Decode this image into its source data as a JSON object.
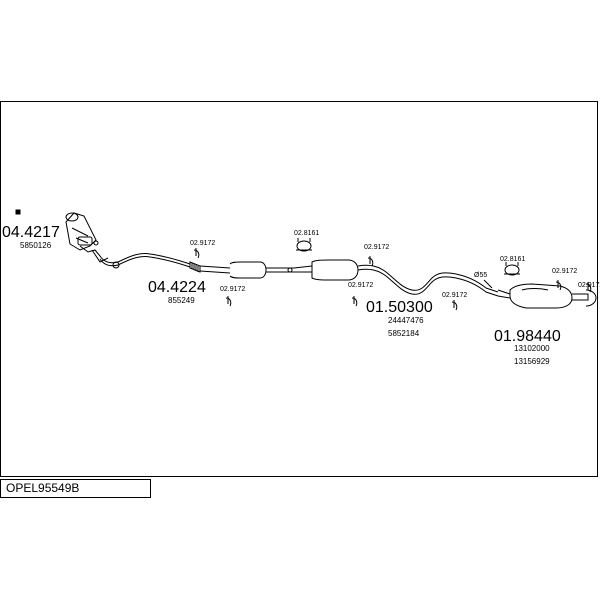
{
  "title": "OPEL95549B",
  "parts": {
    "p1": {
      "code": "04.4217",
      "ref": "5850126"
    },
    "p2": {
      "code": "04.4224",
      "ref": "855249"
    },
    "p3": {
      "code": "01.50300",
      "ref1": "24447476",
      "ref2": "5852184"
    },
    "p4": {
      "code": "01.98440",
      "ref1": "13102000",
      "ref2": "13156929"
    }
  },
  "fittings": {
    "clamp": "02.9172",
    "hanger": "02.8161",
    "diameter": "Ø55"
  }
}
